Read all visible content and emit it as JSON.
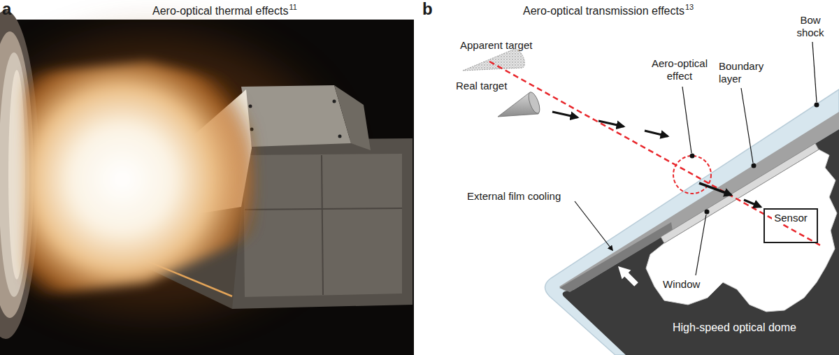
{
  "diagram": {
    "nodes": [
      {
        "text": [
          "High-speed optical dome"
        ]
      },
      {
        "text": [
          "Sensor"
        ],
        "in": 0
      }
    ],
    "labels": [
      "a",
      "Aero-optical thermal effects",
      "11",
      "b",
      "Aero-optical transmission effects",
      "13",
      "Apparent target",
      "Real target",
      "Aero-optical effect",
      "Boundary layer",
      "Bow shock",
      "External film cooling",
      "Window"
    ]
  }
}
